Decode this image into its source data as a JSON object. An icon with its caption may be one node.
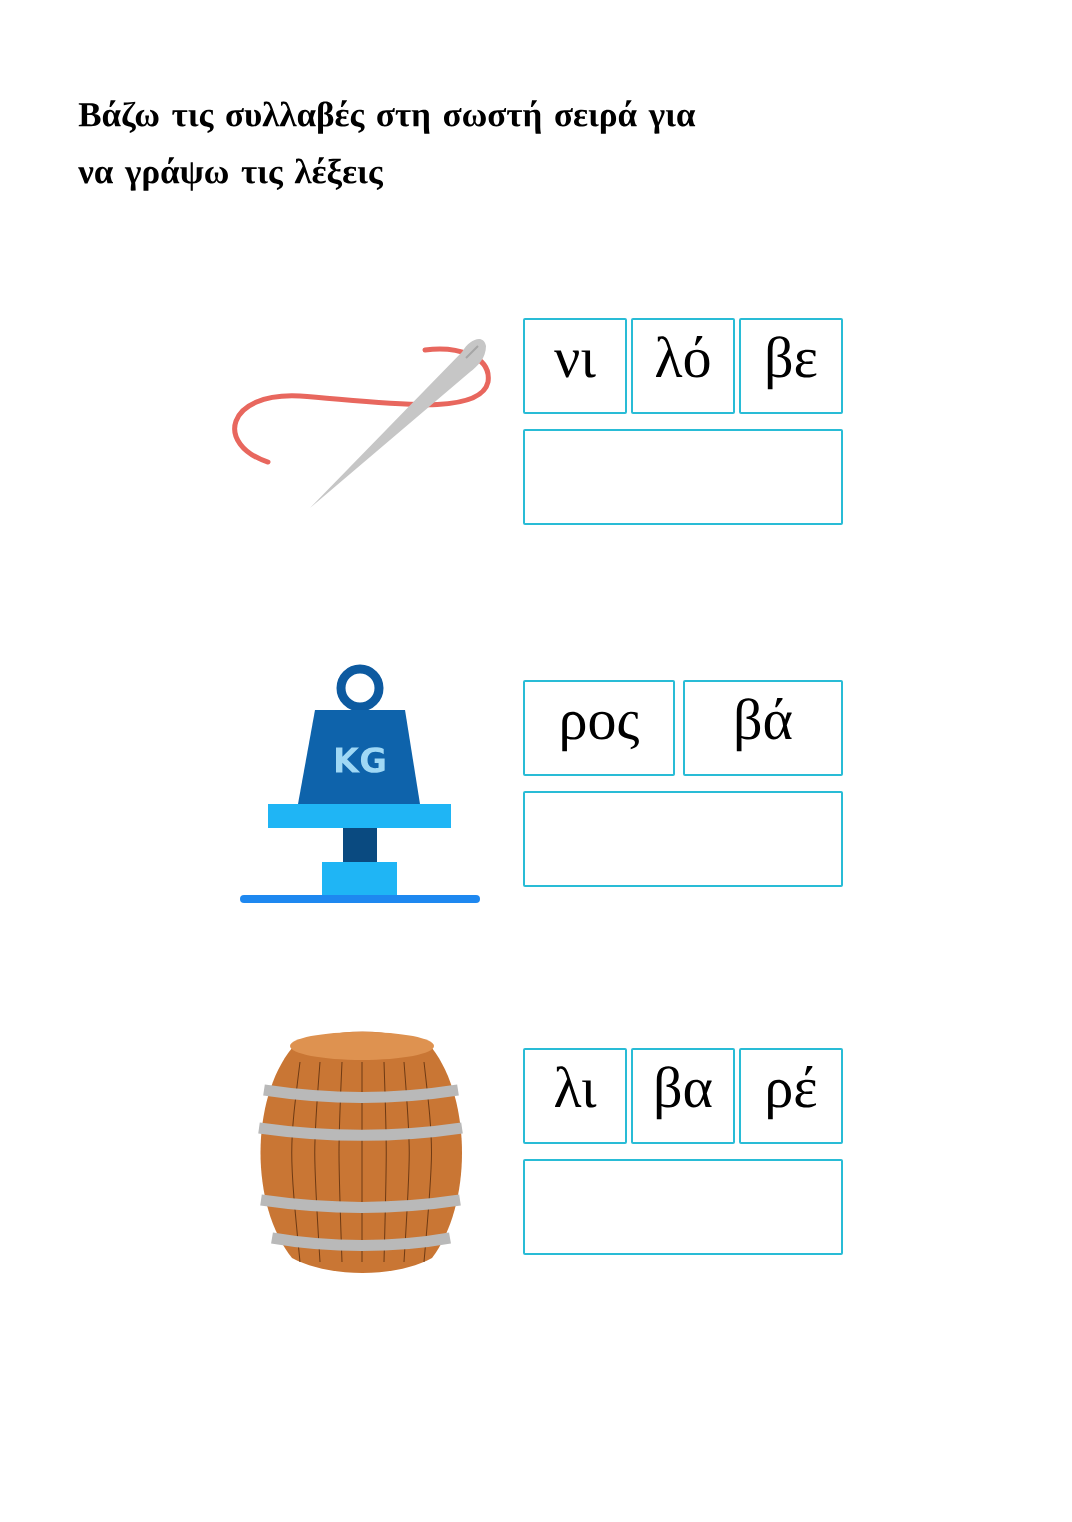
{
  "diagram": {
    "title": "Βάζω τις συλλαβές στη σωστή σειρά για να γράψω τις λέξεις",
    "nodes": [
      {
        "text": [
          "νι"
        ]
      },
      {
        "text": [
          "λό"
        ]
      },
      {
        "text": [
          "βε"
        ]
      },
      {
        "text": [],
        "shape": "box"
      },
      {
        "text": [
          "ρος"
        ]
      },
      {
        "text": [
          "βά"
        ]
      },
      {
        "text": [],
        "shape": "box"
      },
      {
        "text": [
          "λι"
        ]
      },
      {
        "text": [
          "βα"
        ]
      },
      {
        "text": [
          "ρέ"
        ]
      },
      {
        "text": [],
        "shape": "box"
      }
    ],
    "labels": [
      "KG"
    ]
  }
}
